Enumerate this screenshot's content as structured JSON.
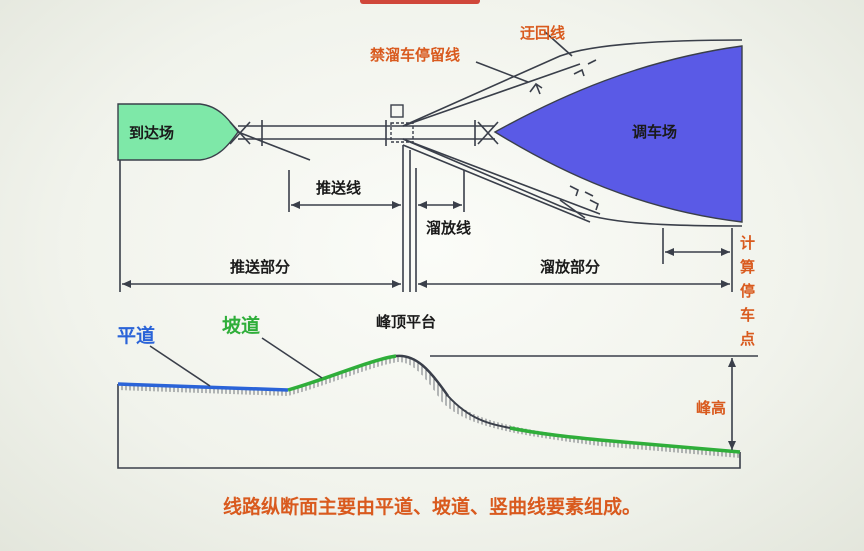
{
  "labels": {
    "arrival_yard": "到达场",
    "marshalling_yard": "调车场",
    "loop_line": "迂回线",
    "no_roll_line": "禁溜车停留线",
    "push_line": "推送线",
    "roll_line": "溜放线",
    "push_section": "推送部分",
    "roll_section": "溜放部分",
    "hump_platform": "峰顶平台",
    "calc_point": [
      "计",
      "算",
      "停",
      "车",
      "点"
    ],
    "flat_track": "平道",
    "slope": "坡道",
    "hump_height": "峰高"
  },
  "caption": "线路纵断面主要由平道、坡道、竖曲线要素组成。",
  "colors": {
    "arrival_yard_fill": "#7ee8a8",
    "marshalling_yard_fill": "#5a5ae6",
    "flat_track": "#2a63d8",
    "slope": "#2fae3a",
    "label_accent": "#d95a1e"
  }
}
